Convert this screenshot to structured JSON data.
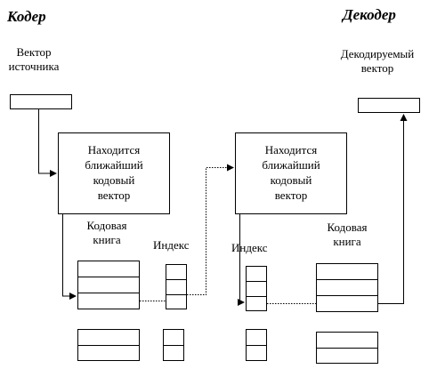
{
  "encoder": {
    "title": "Кодер",
    "source_vector_label": "Вектор\nисточника",
    "search_box_text": "Находится\nближайший\nкодовый\nвектор",
    "codebook_label": "Кодовая\nкнига",
    "index_label": "Индекс"
  },
  "decoder": {
    "title": "Декодер",
    "decoded_vector_label": "Декодируемый\nвектор",
    "search_box_text": "Находится\nближайший\nкодовый\nвектор",
    "codebook_label": "Кодовая\nкнига",
    "index_label": "Индекс"
  }
}
